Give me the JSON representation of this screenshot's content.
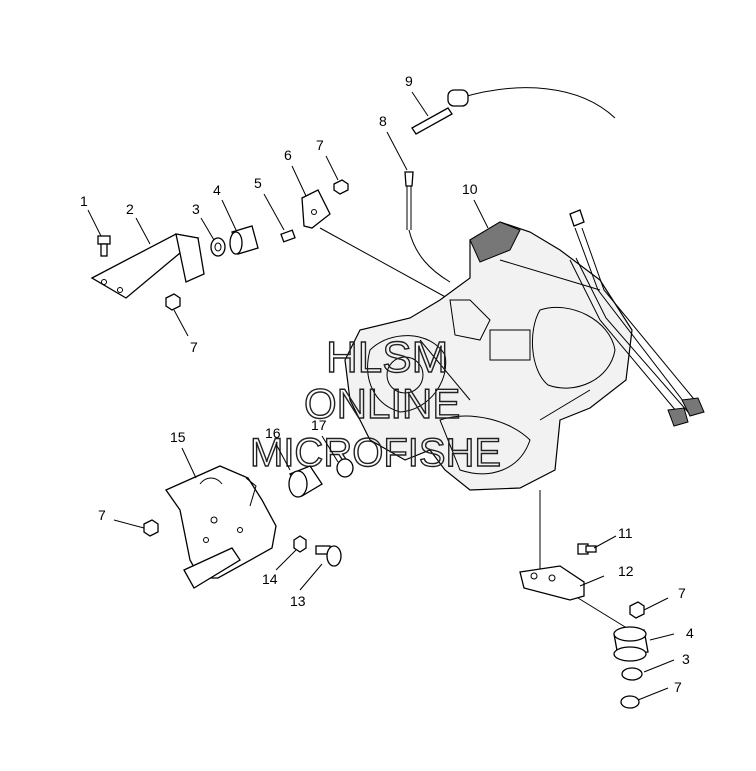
{
  "diagram": {
    "callouts": [
      {
        "id": "c1",
        "text": "1"
      },
      {
        "id": "c2",
        "text": "2"
      },
      {
        "id": "c3a",
        "text": "3"
      },
      {
        "id": "c4a",
        "text": "4"
      },
      {
        "id": "c5",
        "text": "5"
      },
      {
        "id": "c6",
        "text": "6"
      },
      {
        "id": "c7a",
        "text": "7"
      },
      {
        "id": "c8",
        "text": "8"
      },
      {
        "id": "c9",
        "text": "9"
      },
      {
        "id": "c10",
        "text": "10"
      },
      {
        "id": "c7b",
        "text": "7"
      },
      {
        "id": "c15",
        "text": "15"
      },
      {
        "id": "c16",
        "text": "16"
      },
      {
        "id": "c17",
        "text": "17"
      },
      {
        "id": "c7c",
        "text": "7"
      },
      {
        "id": "c14",
        "text": "14"
      },
      {
        "id": "c13",
        "text": "13"
      },
      {
        "id": "c11",
        "text": "11"
      },
      {
        "id": "c12",
        "text": "12"
      },
      {
        "id": "c7d",
        "text": "7"
      },
      {
        "id": "c4b",
        "text": "4"
      },
      {
        "id": "c3b",
        "text": "3"
      },
      {
        "id": "c7e",
        "text": "7"
      }
    ],
    "watermark": {
      "line1": "HLSM",
      "line2": "ONLINE",
      "line3": "MICROFISHE"
    }
  }
}
